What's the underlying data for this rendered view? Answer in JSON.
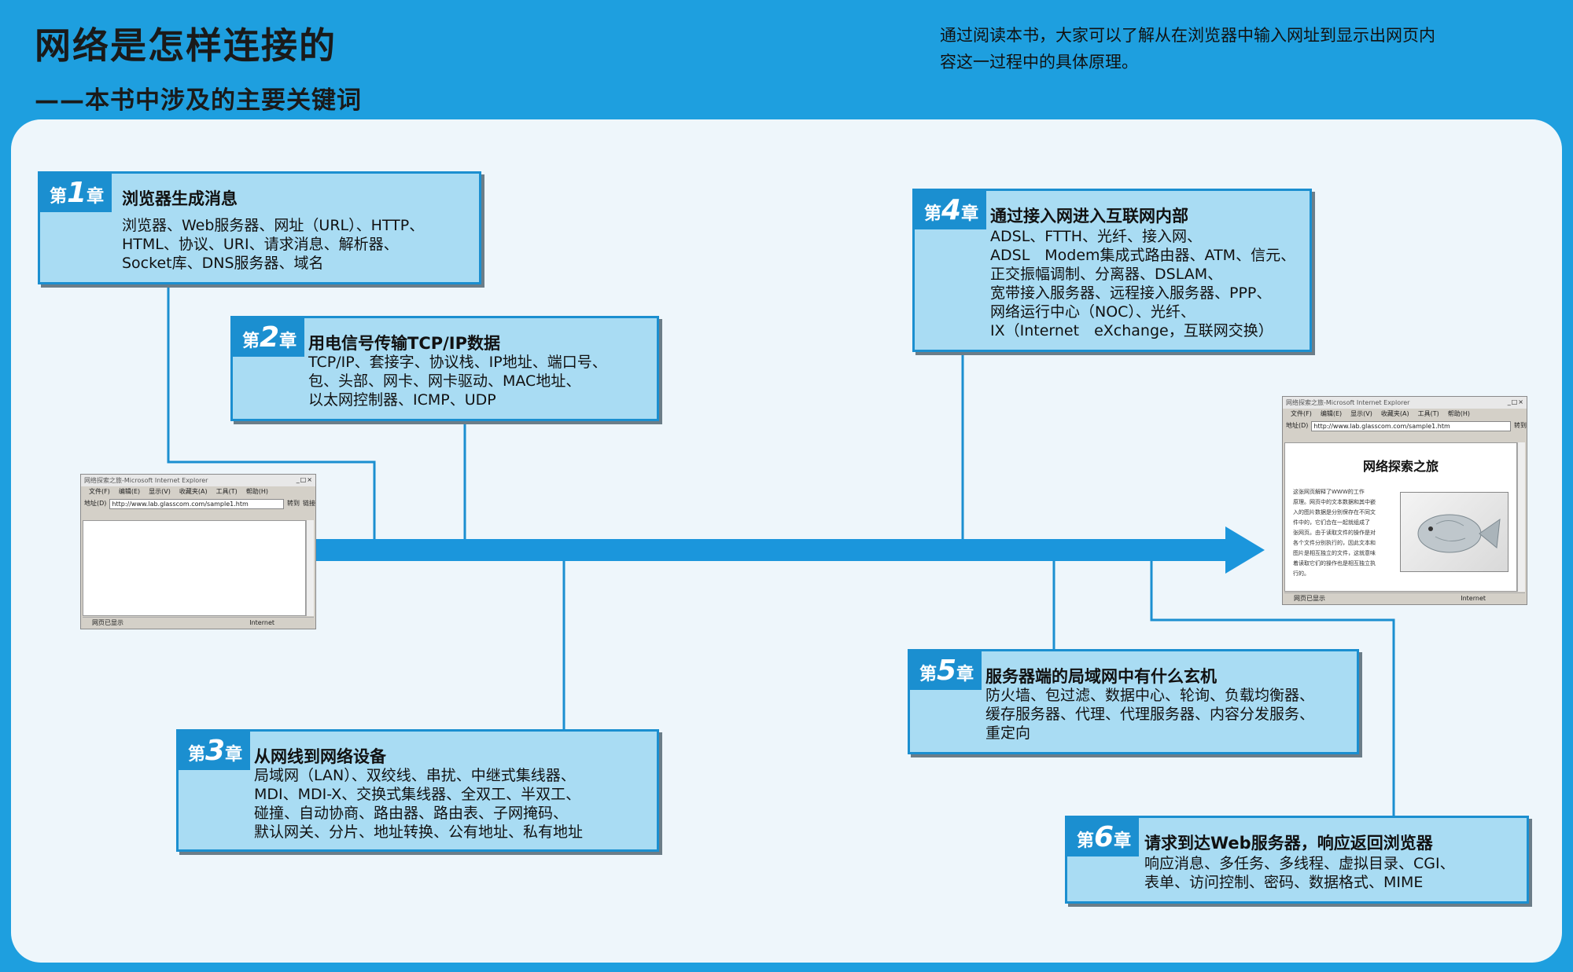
{
  "header": {
    "title": "网络是怎样连接的",
    "subtitle": "——本书中涉及的主要关键词",
    "intro_line1": "通过阅读本书，大家可以了解从在浏览器中输入网址到显示出网页内",
    "intro_line2": "容这一过程中的具体原理。"
  },
  "chapters": [
    {
      "badge_pre": "第",
      "badge_num": "1",
      "badge_post": "章",
      "title": "浏览器生成消息",
      "lines": [
        "浏览器、Web服务器、网址（URL）、HTTP、",
        "HTML、协议、URI、请求消息、解析器、",
        "Socket库、DNS服务器、域名"
      ]
    },
    {
      "badge_pre": "第",
      "badge_num": "2",
      "badge_post": "章",
      "title": "用电信号传输TCP/IP数据",
      "lines": [
        "TCP/IP、套接字、协议栈、IP地址、端口号、",
        "包、头部、网卡、网卡驱动、MAC地址、",
        "以太网控制器、ICMP、UDP"
      ]
    },
    {
      "badge_pre": "第",
      "badge_num": "3",
      "badge_post": "章",
      "title": "从网线到网络设备",
      "lines": [
        "局域网（LAN）、双绞线、串扰、中继式集线器、",
        "MDI、MDI-X、交换式集线器、全双工、半双工、",
        "碰撞、自动协商、路由器、路由表、子网掩码、",
        "默认网关、分片、地址转换、公有地址、私有地址"
      ]
    },
    {
      "badge_pre": "第",
      "badge_num": "4",
      "badge_post": "章",
      "title": "通过接入网进入互联网内部",
      "lines": [
        "ADSL、FTTH、光纤、接入网、",
        "ADSL　Modem集成式路由器、ATM、信元、",
        "正交振幅调制、分离器、DSLAM、",
        "宽带接入服务器、远程接入服务器、PPP、",
        "网络运行中心（NOC）、光纤、",
        "IX（Internet　eXchange，互联网交换）"
      ]
    },
    {
      "badge_pre": "第",
      "badge_num": "5",
      "badge_post": "章",
      "title": "服务器端的局域网中有什么玄机",
      "lines": [
        "防火墙、包过滤、数据中心、轮询、负载均衡器、",
        "缓存服务器、代理、代理服务器、内容分发服务、",
        "重定向"
      ]
    },
    {
      "badge_pre": "第",
      "badge_num": "6",
      "badge_post": "章",
      "title": "请求到达Web服务器，响应返回浏览器",
      "lines": [
        "响应消息、多任务、多线程、虚拟目录、CGI、",
        "表单、访问控制、密码、数据格式、MIME"
      ]
    }
  ],
  "browser_left": {
    "title": "网络探索之旅-Microsoft Internet Explorer",
    "menu": [
      "文件(F)",
      "编辑(E)",
      "显示(V)",
      "收藏夹(A)",
      "工具(T)",
      "帮助(H)"
    ],
    "addr_label": "地址(D)",
    "addr_value": "http://www.lab.glasscom.com/sample1.htm",
    "go": "转到",
    "links": "链接",
    "status": "网页已显示",
    "zone": "Internet"
  },
  "browser_right": {
    "title": "网络探索之旅-Microsoft Internet Explorer",
    "menu": [
      "文件(F)",
      "编辑(E)",
      "显示(V)",
      "收藏夹(A)",
      "工具(T)",
      "帮助(H)"
    ],
    "addr_label": "地址(D)",
    "addr_value": "http://www.lab.glasscom.com/sample1.htm",
    "go": "转到",
    "page_heading": "网络探索之旅",
    "page_text": [
      "这张网页解释了WWW的工作",
      "原理。网页中的文本数据和其中嵌",
      "入的图片数据是分别保存在不同文",
      "件中的，它们合在一起就组成了",
      "张网页。由于读取文件的操作是对",
      "各个文件分别执行的，因此文本和",
      "图片是相互独立的文件，这就意味",
      "着读取它们的操作也是相互独立执",
      "行的。"
    ],
    "status": "网页已显示",
    "zone": "Internet"
  },
  "colors": {
    "frame": "#1e9fdf",
    "box_fill": "#a9dcf3",
    "box_border": "#1b8fd0",
    "arrow": "#1b96dc"
  }
}
